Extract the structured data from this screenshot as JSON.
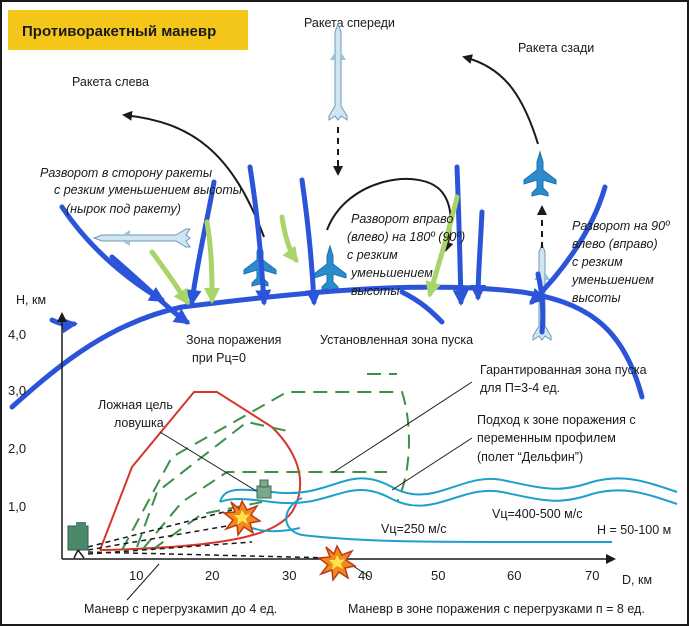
{
  "title": "Противоракетный маневр",
  "colors": {
    "title_bg": "#f5c61a",
    "blue_arrows": "#2b54d9",
    "green_arrows": "#a9d46a",
    "red_zone": "#d6372b",
    "green_dashed": "#3e8f4a",
    "cyan_paths": "#1ea0cc",
    "aircraft": "#2a8ccf"
  },
  "top_labels": {
    "rocket_front": "Ракета спереди",
    "rocket_rear": "Ракета сзади",
    "rocket_left": "Ракета слева"
  },
  "maneuvers": {
    "left": [
      "Разворот в сторону ракеты",
      "с резким уменьшением высоты",
      "(нырок под ракету)"
    ],
    "center": [
      "Разворот вправо",
      "(влево) на 180º (90º)",
      "с резким",
      "уменьшением",
      "высоты"
    ],
    "right": [
      "Разворот  на 90º",
      "влево (вправо)",
      "с резким",
      "уменьшением",
      "высоты"
    ]
  },
  "axes": {
    "y_label": "H, км",
    "x_label": "D, км",
    "y_ticks": [
      "4,0",
      "3,0",
      "2,0",
      "1,0"
    ],
    "x_ticks": [
      "10",
      "20",
      "30",
      "40",
      "50",
      "60",
      "70"
    ]
  },
  "zones": {
    "kill_zone": [
      "Зона поражения",
      "при Рц=0"
    ],
    "set_launch": "Установленная зона пуска",
    "guaranteed_launch": [
      "Гарантированная зона пуска",
      "для П=3-4 ед."
    ],
    "decoy": [
      "Ложная цель",
      "ловушка"
    ],
    "approach": [
      "Подход к зоне поражения с",
      "переменным профилем",
      "(полет “Дельфин”)"
    ]
  },
  "speeds": {
    "v250": "Vц=250 м/с",
    "v400": "Vц=400-500 м/с",
    "altitude": "H = 50-100 м"
  },
  "bottom_notes": {
    "overload4": "Маневр с перегрузкамип до 4 ед.",
    "overload8": "Маневр в зоне поражения с перегрузками п = 8 ед."
  }
}
